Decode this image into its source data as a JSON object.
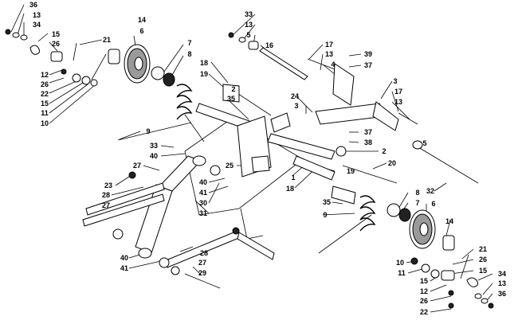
{
  "callouts": {
    "c01": "36",
    "c02": "13",
    "c03": "34",
    "c04": "15",
    "c05": "26",
    "c06": "21",
    "c07": "12",
    "c08": "26",
    "c09": "22",
    "c10": "15",
    "c11": "11",
    "c12": "10",
    "c13": "14",
    "c14": "6",
    "c15": "7",
    "c16": "8",
    "c17": "18",
    "c18": "19",
    "c19": "35",
    "c20": "9",
    "c21": "33",
    "c22": "40",
    "c23": "27",
    "c24": "23",
    "c25": "28",
    "c26": "27",
    "c27": "40",
    "c28": "41",
    "c29": "30",
    "c30": "31",
    "c31": "40",
    "c32": "41",
    "c33": "2",
    "c34": "3",
    "c35": "24",
    "c36": "25",
    "c37": "1",
    "c38": "18",
    "c39": "19",
    "c40": "20",
    "c41": "2",
    "c42": "33",
    "c43": "13",
    "c44": "5",
    "c45": "16",
    "c46": "17",
    "c47": "13",
    "c48": "4",
    "c49": "39",
    "c50": "37",
    "c51": "3",
    "c52": "17",
    "c53": "13",
    "c54": "37",
    "c55": "38",
    "c56": "5",
    "c57": "32",
    "c58": "8",
    "c59": "7",
    "c60": "6",
    "c61": "35",
    "c62": "9",
    "c63": "14",
    "c64": "28",
    "c65": "27",
    "c66": "29",
    "c67": "21",
    "c68": "26",
    "c69": "15",
    "c70": "34",
    "c71": "13",
    "c72": "36",
    "c73": "10",
    "c74": "11",
    "c75": "15",
    "c76": "12",
    "c77": "26",
    "c78": "22"
  }
}
